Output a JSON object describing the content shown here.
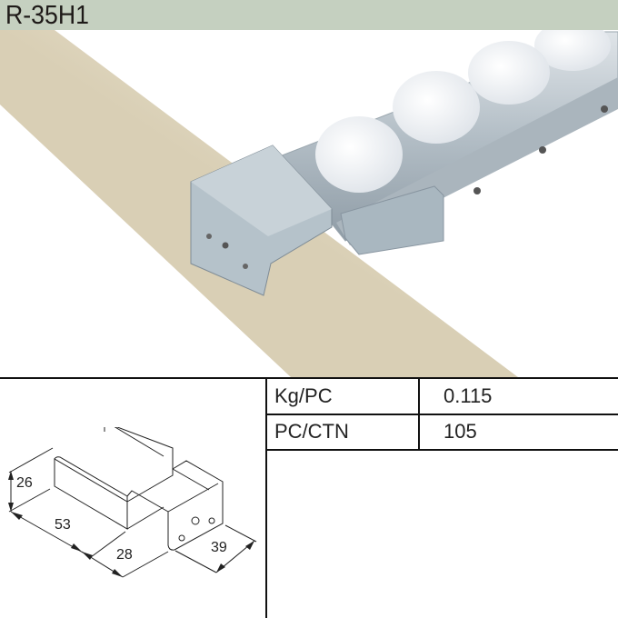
{
  "header": {
    "title": "R-35H1",
    "background": "#c5d0c0"
  },
  "photo": {
    "description": "Roller track connector bracket clamped onto beige pipe with white rollers on galvanized rail",
    "colors": {
      "pipe": "#e9e1cc",
      "metal": "#b8c4cc",
      "roller": "#f4f5f7"
    }
  },
  "specs": {
    "rows": [
      {
        "label": "Kg/PC",
        "value": "0.115"
      },
      {
        "label": "PC/CTN",
        "value": "105"
      }
    ]
  },
  "diagram": {
    "dimensions": {
      "height": "26",
      "length": "53",
      "width": "28",
      "depth": "39"
    }
  }
}
